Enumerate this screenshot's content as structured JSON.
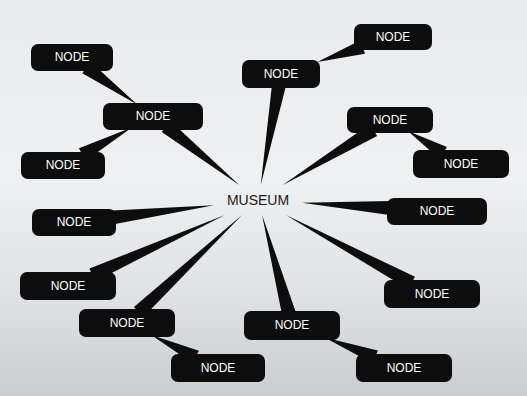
{
  "diagram": {
    "nodes": [
      {
        "text": [
          "MUSEUM"
        ]
      },
      {
        "text": [
          "NODE"
        ]
      },
      {
        "text": [
          "NODE"
        ]
      },
      {
        "text": [
          "NODE"
        ]
      },
      {
        "text": [
          "NODE"
        ]
      },
      {
        "text": [
          "NODE"
        ]
      },
      {
        "text": [
          "NODE"
        ]
      },
      {
        "text": [
          "NODE"
        ]
      },
      {
        "text": [
          "NODE"
        ]
      },
      {
        "text": [
          "NODE"
        ]
      },
      {
        "text": [
          "NODE"
        ]
      },
      {
        "text": [
          "NODE"
        ]
      },
      {
        "text": [
          "NODE"
        ]
      },
      {
        "text": [
          "NODE"
        ]
      },
      {
        "text": [
          "NODE"
        ]
      },
      {
        "text": [
          "NODE"
        ]
      }
    ],
    "edges": [
      {
        "from": 3,
        "to": 0,
        "arrow": "none"
      },
      {
        "from": 1,
        "to": 3,
        "arrow": "none"
      },
      {
        "from": 4,
        "to": 3,
        "arrow": "none"
      },
      {
        "from": 5,
        "to": 0,
        "arrow": "none"
      },
      {
        "from": 2,
        "to": 5,
        "arrow": "none"
      },
      {
        "from": 6,
        "to": 0,
        "arrow": "none"
      },
      {
        "from": 7,
        "to": 6,
        "arrow": "none"
      },
      {
        "from": 8,
        "to": 0,
        "arrow": "none"
      },
      {
        "from": 9,
        "to": 0,
        "arrow": "none"
      },
      {
        "from": 10,
        "to": 0,
        "arrow": "none"
      },
      {
        "from": 11,
        "to": 0,
        "arrow": "none"
      },
      {
        "from": 12,
        "to": 0,
        "arrow": "none"
      },
      {
        "from": 13,
        "to": 12,
        "arrow": "none"
      },
      {
        "from": 14,
        "to": 0,
        "arrow": "none"
      },
      {
        "from": 15,
        "to": 14,
        "arrow": "none"
      }
    ]
  }
}
